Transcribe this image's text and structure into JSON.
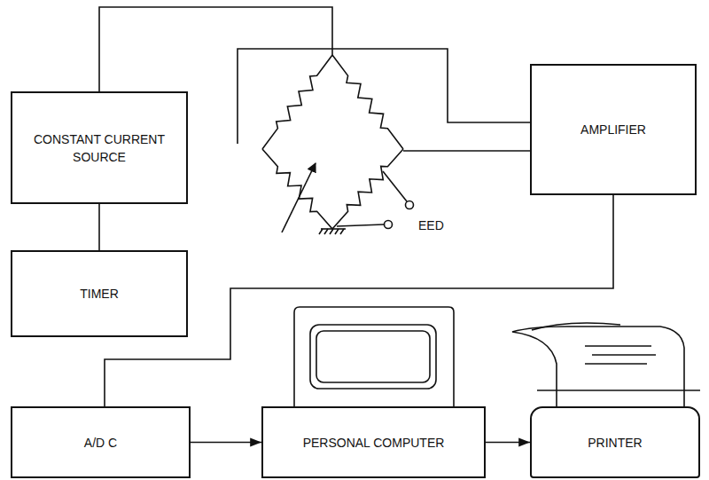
{
  "diagram": {
    "nodes": [
      {
        "text": [
          "CONSTANT CURRENT SOURCE"
        ]
      },
      {
        "text": [
          "TIMER"
        ]
      },
      {
        "text": [
          "AMPLIFIER"
        ]
      },
      {
        "text": [
          "A/D C"
        ]
      },
      {
        "text": [
          "PERSONAL COMPUTER"
        ]
      },
      {
        "text": [
          "PRINTER"
        ]
      }
    ],
    "edges": [
      {
        "from": 0,
        "to": 1,
        "arrow": "none"
      },
      {
        "from": 2,
        "to": 3,
        "arrow": "none"
      },
      {
        "from": 3,
        "to": 4,
        "arrow": "to"
      },
      {
        "from": 4,
        "to": 5,
        "arrow": "to"
      }
    ],
    "labels": [
      "EED"
    ]
  }
}
